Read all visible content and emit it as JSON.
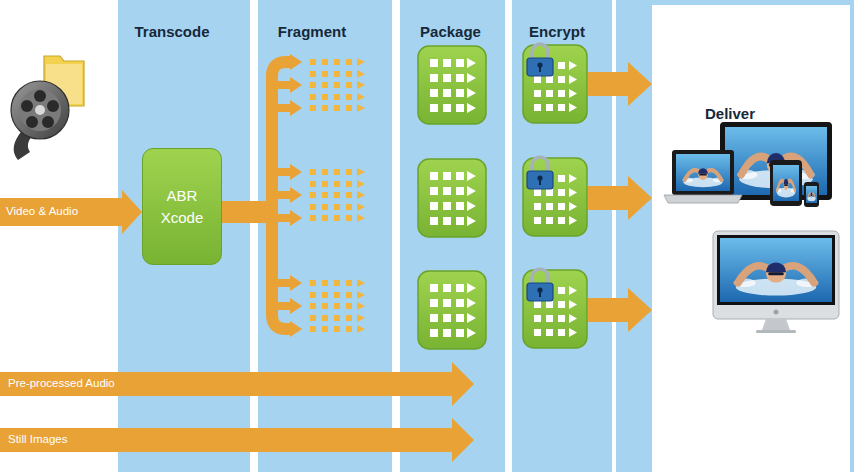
{
  "diagram": {
    "nodes": [
      {
        "text": [
          "Transcode"
        ]
      },
      {
        "text": [
          "ABR Xcode"
        ],
        "in": 0
      },
      {
        "text": [
          "Fragment"
        ]
      },
      {
        "text": [
          "Package"
        ]
      },
      {
        "text": [
          "Encrypt"
        ]
      },
      {
        "text": [
          "Deliver"
        ]
      }
    ],
    "labels": [
      "Video & Audio",
      "Pre-processed Audio",
      "Still Images"
    ]
  }
}
